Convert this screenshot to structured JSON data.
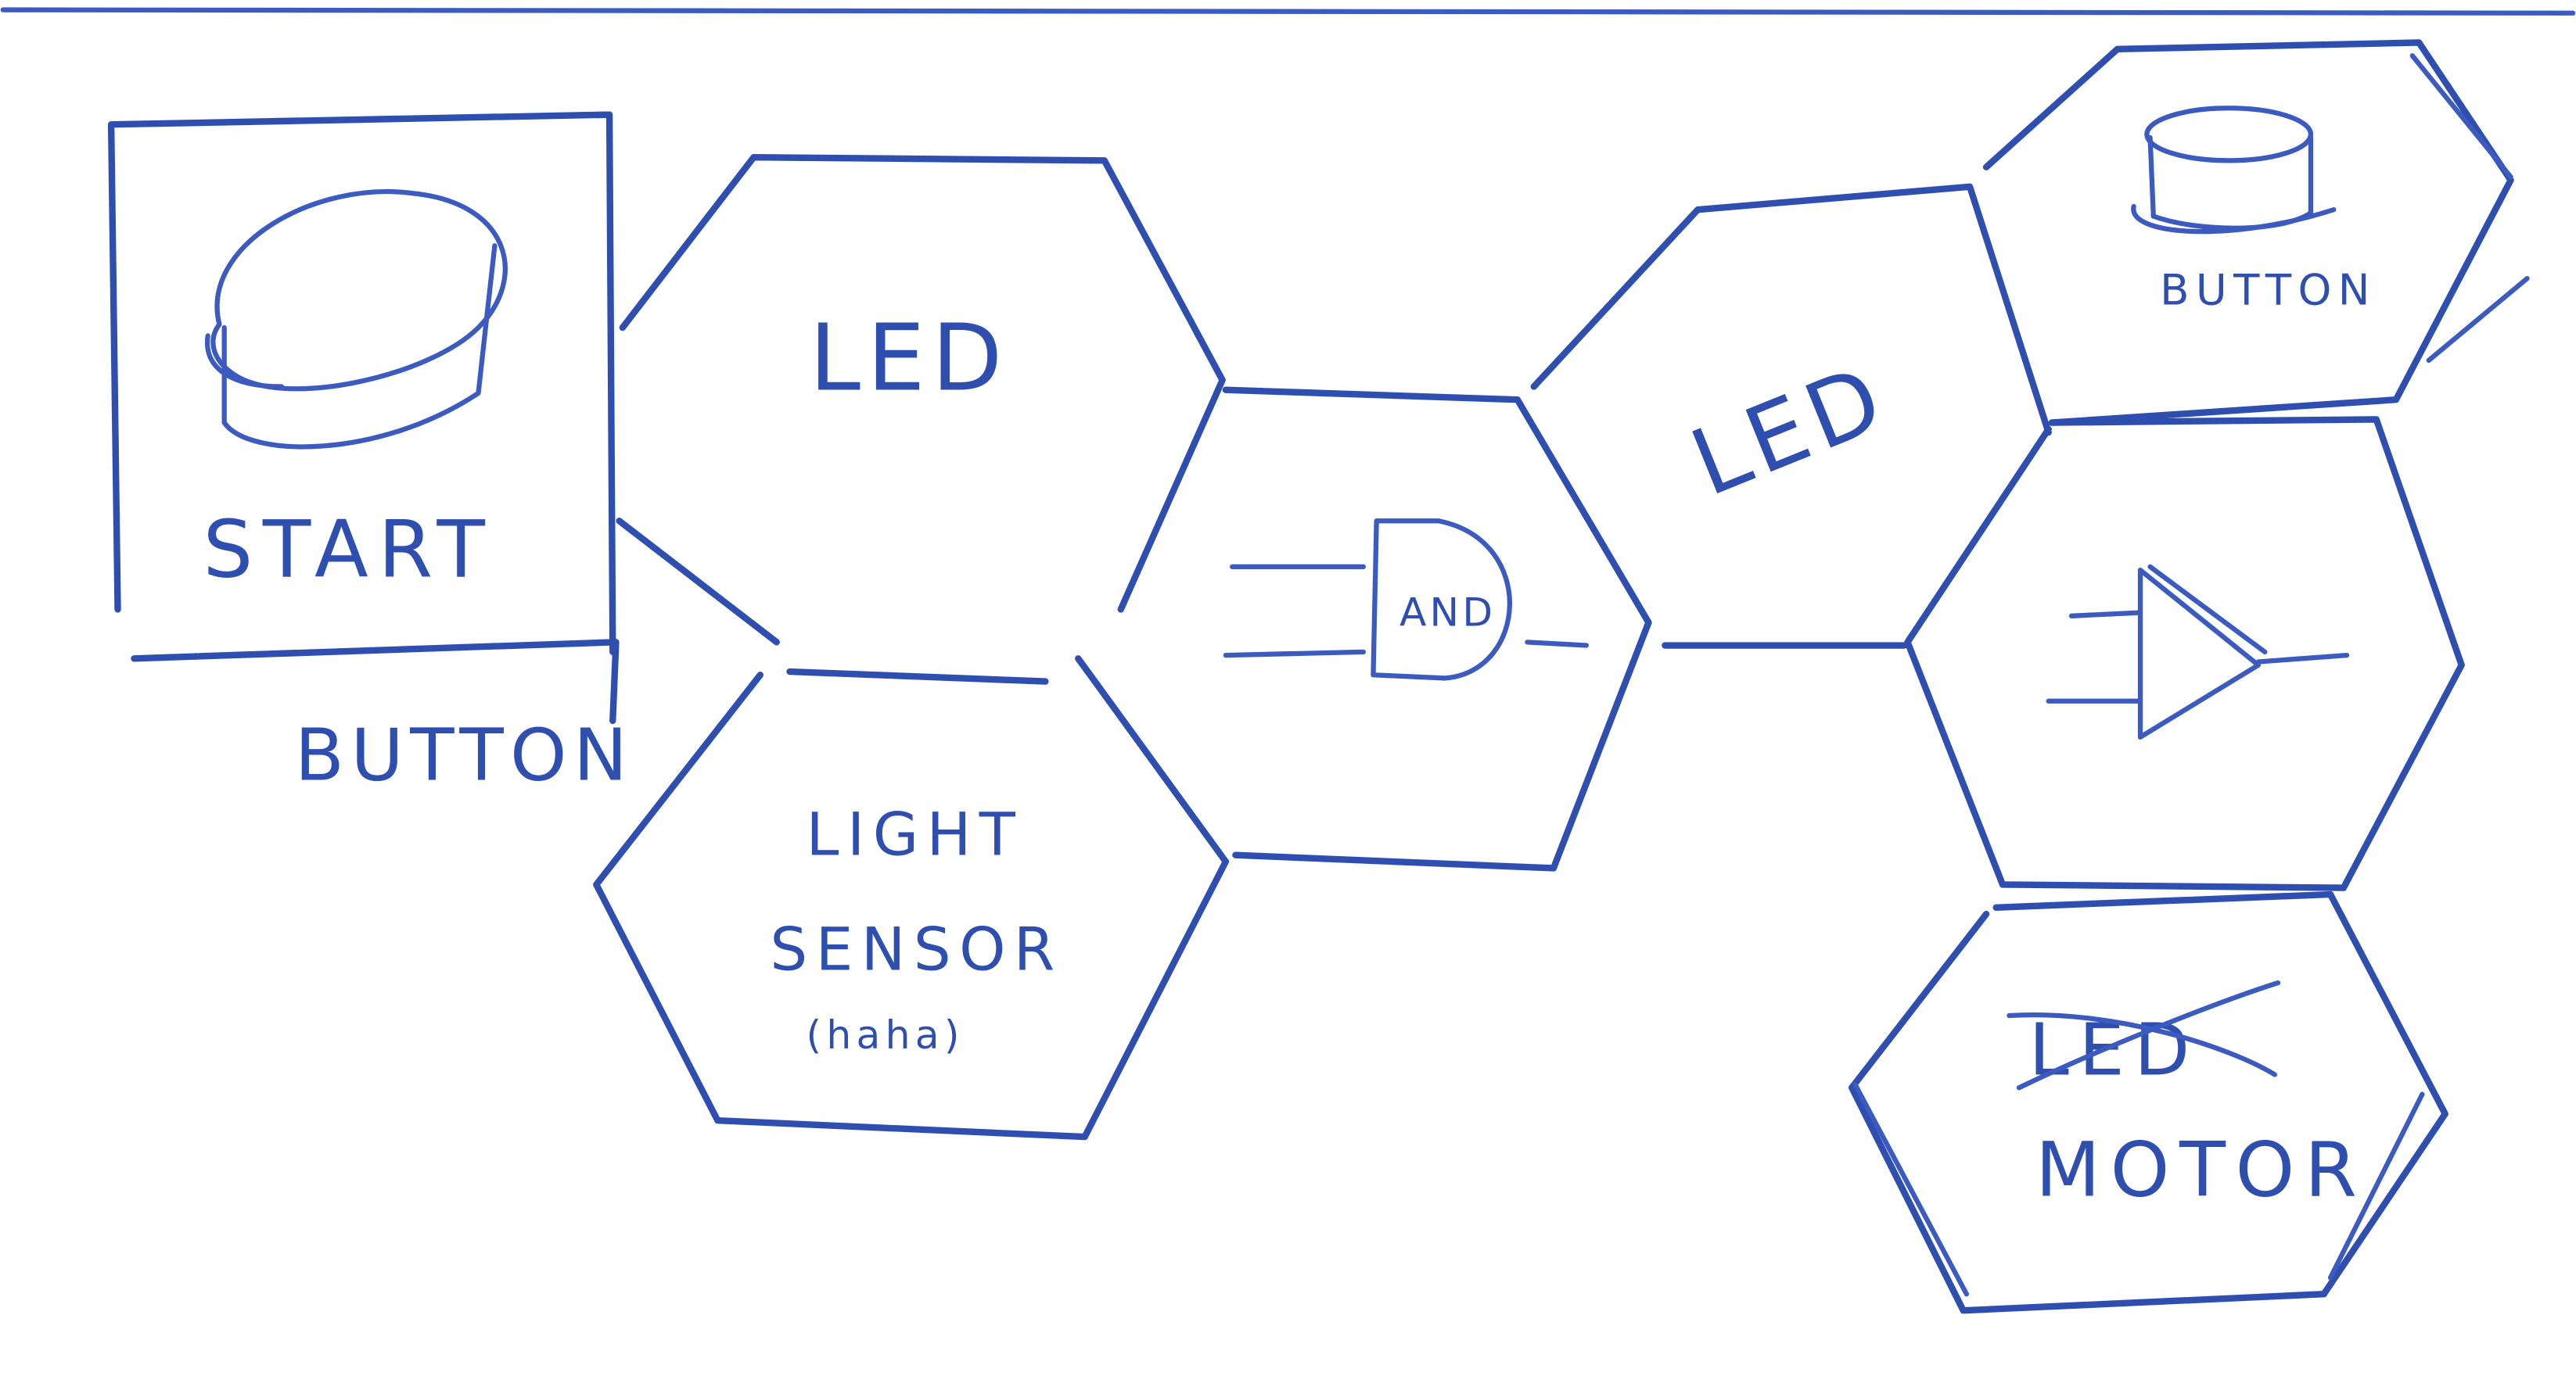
{
  "ink_color": "#2f4fb0",
  "labels": {
    "start": "START",
    "button_left": "BUTTON",
    "led_left": "LED",
    "light_sensor_line1": "LIGHT",
    "light_sensor_line2": "SENSOR",
    "light_sensor_line3": "(haha)",
    "and_gate": "AND",
    "led_right": "LED",
    "button_right": "BUTTON",
    "led_crossed": "LED",
    "motor": "MOTOR"
  }
}
